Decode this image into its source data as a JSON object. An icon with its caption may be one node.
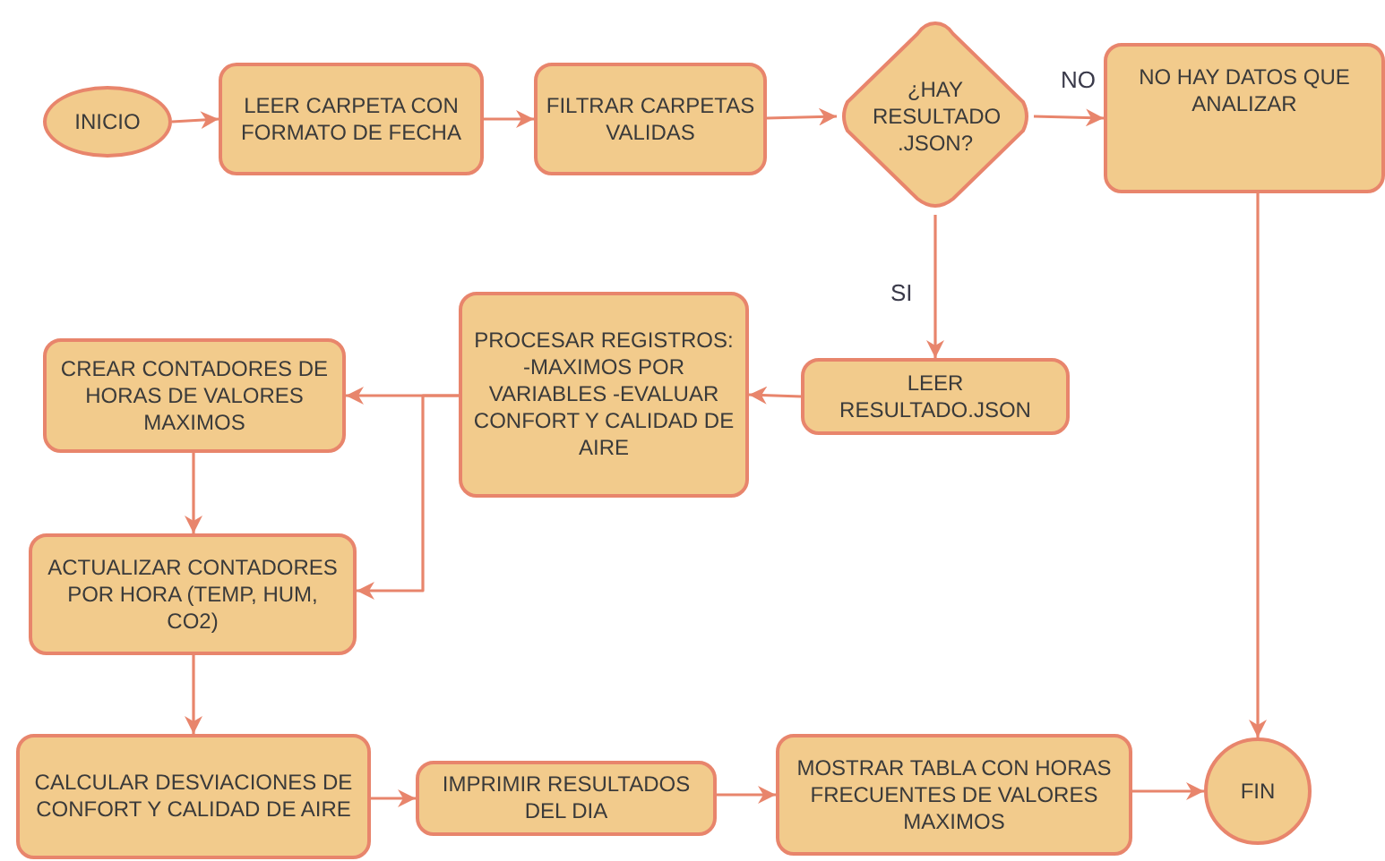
{
  "diagram": {
    "nodes": [
      {
        "text": [
          "INICIO"
        ]
      },
      {
        "text": [
          "LEER CARPETA CON FORMATO DE FECHA"
        ]
      },
      {
        "text": [
          "FILTRAR CARPETAS VALIDAS"
        ]
      },
      {
        "text": [
          "¿HAY RESULTADO .JSON?"
        ]
      },
      {
        "text": [
          "NO HAY DATOS QUE ANALIZAR"
        ]
      },
      {
        "text": [
          "LEER RESULTADO.JSON"
        ]
      },
      {
        "text": [
          "PROCESAR REGISTROS: -MAXIMOS POR VARIABLES -EVALUAR CONFORT Y CALIDAD DE AIRE"
        ]
      },
      {
        "text": [
          "CREAR CONTADORES DE HORAS DE VALORES MAXIMOS"
        ]
      },
      {
        "text": [
          "ACTUALIZAR CONTADORES POR HORA (TEMP, HUM, CO2)"
        ]
      },
      {
        "text": [
          "CALCULAR DESVIACIONES DE CONFORT Y CALIDAD DE AIRE"
        ]
      },
      {
        "text": [
          "IMPRIMIR RESULTADOS DEL DIA"
        ]
      },
      {
        "text": [
          "MOSTRAR TABLA CON HORAS FRECUENTES DE VALORES MAXIMOS"
        ]
      },
      {
        "text": [
          "FIN"
        ]
      }
    ],
    "edges": [
      {
        "from": 0,
        "to": 1,
        "arrow": "to"
      },
      {
        "from": 1,
        "to": 2,
        "arrow": "to"
      },
      {
        "from": 2,
        "to": 3,
        "arrow": "to"
      },
      {
        "from": 3,
        "to": 4,
        "arrow": "to",
        "label": "NO"
      },
      {
        "from": 3,
        "to": 5,
        "arrow": "to",
        "label": "SI"
      },
      {
        "from": 5,
        "to": 6,
        "arrow": "to"
      },
      {
        "from": 6,
        "to": 7,
        "arrow": "to"
      },
      {
        "from": 6,
        "to": 8,
        "arrow": "to"
      },
      {
        "from": 7,
        "to": 8,
        "arrow": "to"
      },
      {
        "from": 8,
        "to": 9,
        "arrow": "to"
      },
      {
        "from": 9,
        "to": 10,
        "arrow": "to"
      },
      {
        "from": 10,
        "to": 11,
        "arrow": "to"
      },
      {
        "from": 11,
        "to": 12,
        "arrow": "to"
      },
      {
        "from": 4,
        "to": 12,
        "arrow": "to"
      }
    ]
  }
}
